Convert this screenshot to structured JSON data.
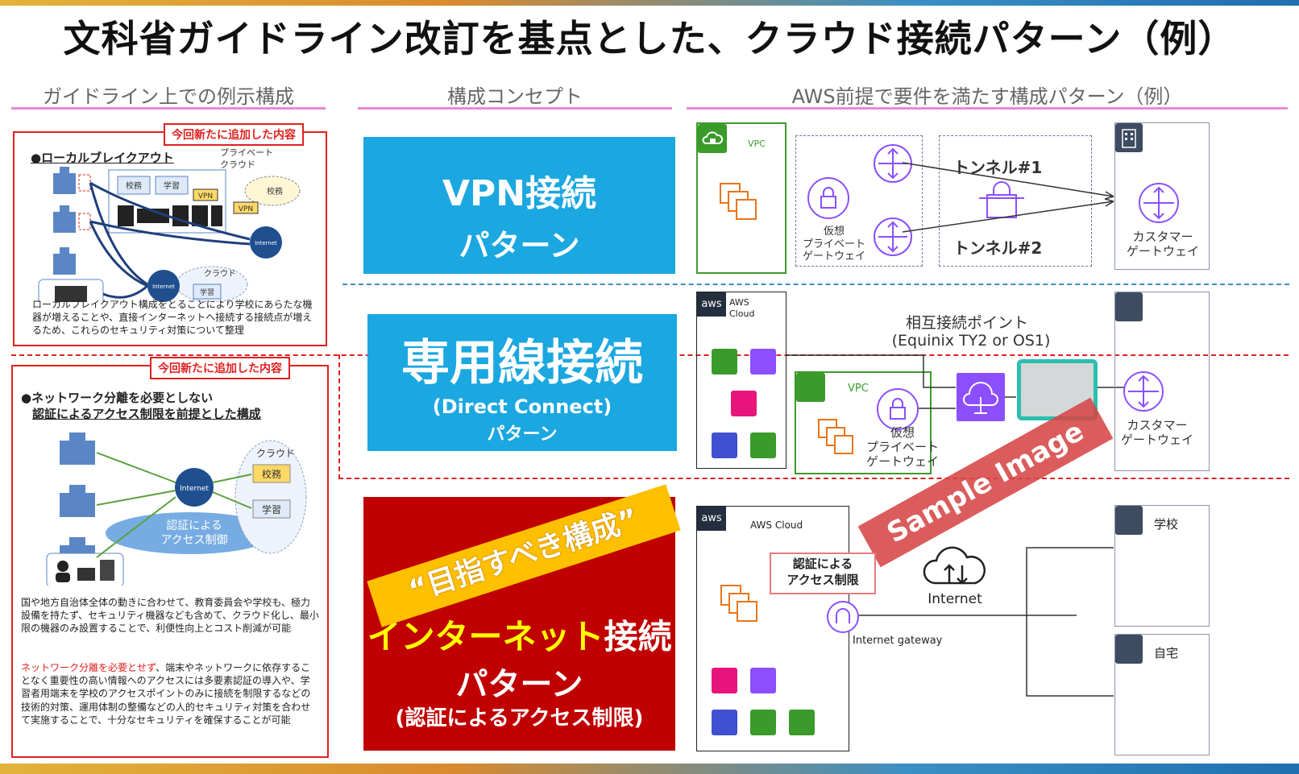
{
  "title": "文科省ガイドライン改訂を基点とした、クラウド接続パターン（例）",
  "columns": {
    "left": "ガイドライン上での例示構成",
    "middle": "構成コンセプト",
    "right": "AWS前提で要件を満たす構成パターン（例）"
  },
  "left_panel_top": {
    "tag": "今回新たに追加した内容",
    "heading": "●ローカルブレイクアウト",
    "private_cloud": "プライベート\nクラウド",
    "labels": [
      "校務",
      "学習",
      "VPN",
      "VPN",
      "校務",
      "Internet",
      "クラウド",
      "学習",
      "Internet"
    ],
    "description": "ローカルブレイクアウト構成をとることにより学校にあらたな機器が増えることや、直接インターネットへ接続する接続点が増えるため、これらのセキュリティ対策について整理"
  },
  "left_panel_bottom": {
    "tag": "今回新たに追加した内容",
    "heading_line1": "●ネットワーク分離を必要としない",
    "heading_line2": "認証によるアクセス制限を前提とした構成",
    "cloud": "クラウド",
    "kouhmu": "校務",
    "gakushu": "学習",
    "internet": "Internet",
    "auth": "認証による\nアクセス制御",
    "desc1": "国や地方自治体全体の動きに合わせて、教育委員会や学校も、極力設備を持たず、セキュリティ機器なども含めて、クラウド化し、最小限の機器のみ設置することで、利便性向上とコスト削減が可能",
    "desc2_red": "ネットワーク分離を必要とせず",
    "desc2": "、端末やネットワークに依存することなく重要性の高い情報へのアクセスには多要素認証の導入や、学習者用端末を学校のアクセスポイントのみに接続を制限するなどの技術的対策、運用体制の整備などの人的セキュリティ対策を合わせて実施することで、十分なセキュリティを確保することが可能"
  },
  "patterns": {
    "vpn_line1": "VPN接続",
    "vpn_line2": "パターン",
    "dc_line1": "専用線接続",
    "dc_line2": "(Direct Connect)",
    "dc_line3": "パターン",
    "goal": "“目指すべき構成”",
    "net_line1_yellow": "インターネット",
    "net_line1_white": "接続",
    "net_line2": "パターン",
    "net_line3": "(認証によるアクセス制限)"
  },
  "diagram_vpn": {
    "vpc": "VPC",
    "vgw": "仮想\nプライベート\nゲートウェイ",
    "tunnel1": "トンネル#1",
    "tunnel2": "トンネル#2",
    "cgw": "カスタマー\nゲートウェイ"
  },
  "diagram_dc": {
    "aws": "aws",
    "aws_cloud": "AWS\nCloud",
    "vpc": "VPC",
    "vgw": "仮想\nプライベート\nゲートウェイ",
    "interconnect": "相互接続ポイント",
    "location": "(Equinix TY2 or OS1)",
    "cgw": "カスタマー\nゲートウェイ",
    "watermark": "Sample Image"
  },
  "diagram_net": {
    "aws": "aws",
    "aws_cloud": "AWS Cloud",
    "auth": "認証による\nアクセス制限",
    "igw": "Internet gateway",
    "internet": "Internet",
    "school": "学校",
    "home": "自宅"
  },
  "colors": {
    "pattern_blue": "#1ba7e0",
    "pattern_red": "#c00000",
    "accent_pink": "#e58ad6",
    "vpc_green": "#3a9b2b",
    "aws_purple": "#8c4fff",
    "goal_yellow": "#ffc000"
  }
}
